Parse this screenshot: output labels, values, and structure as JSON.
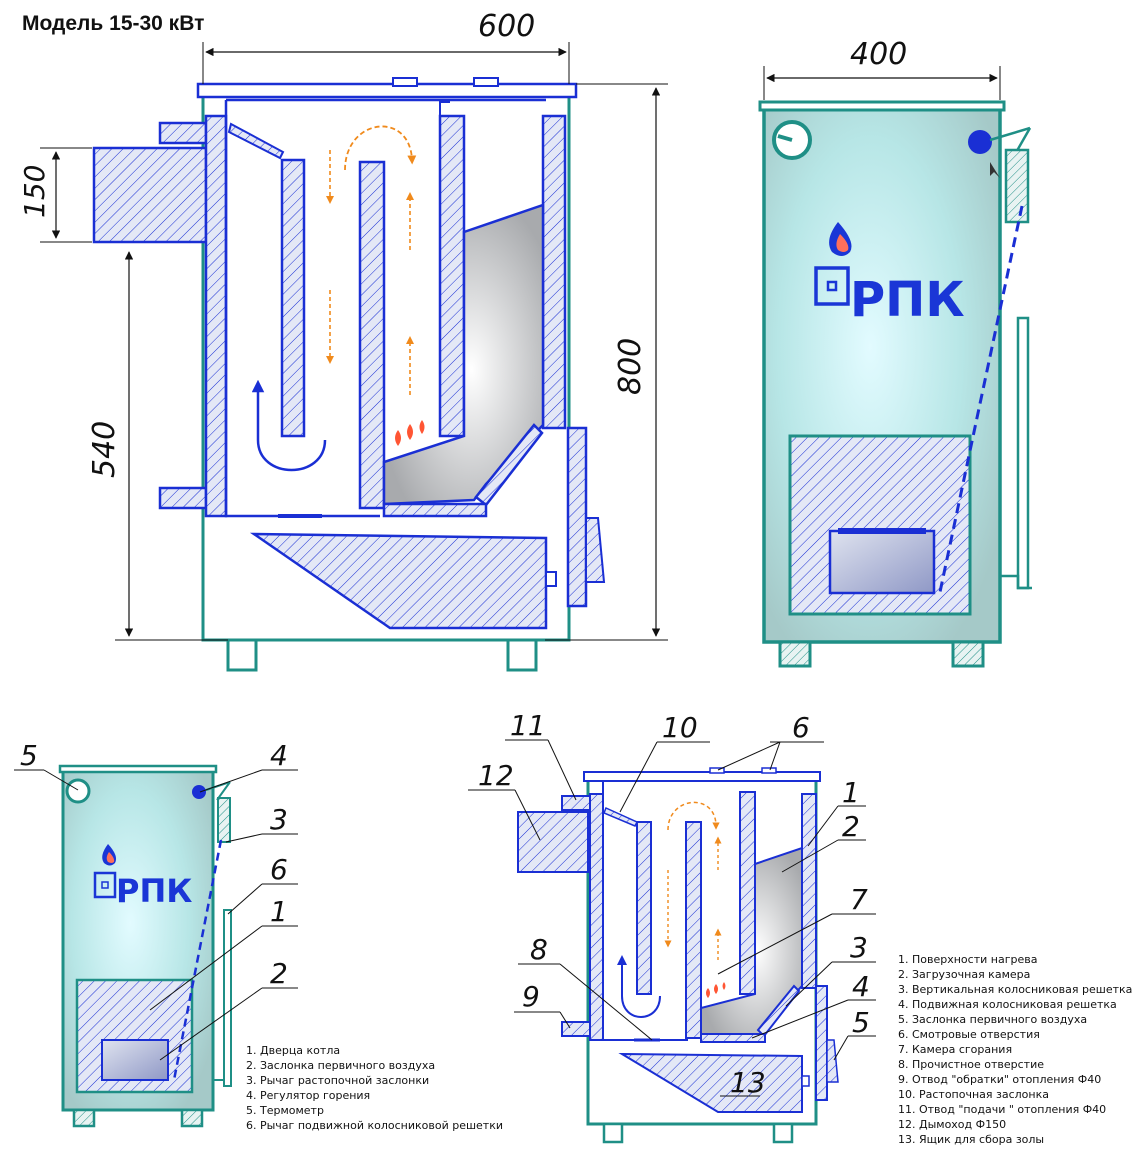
{
  "title": "Модель 15-30 кВт",
  "dimensions": {
    "width_top": "600",
    "width_front": "400",
    "height_total": "800",
    "flue_height": "150",
    "lower_height": "540"
  },
  "logo": {
    "text": "РПК"
  },
  "callouts": {
    "front": [
      "5",
      "4",
      "3",
      "6",
      "1",
      "2"
    ],
    "section": [
      "11",
      "10",
      "6",
      "12",
      "1",
      "2",
      "7",
      "8",
      "3",
      "9",
      "4",
      "5",
      "13"
    ]
  },
  "legend_front": [
    "1. Дверца котла",
    "2. Заслонка первичного воздуха",
    "3. Рычаг растопочной заслонки",
    "4. Регулятор горения",
    "5. Термометр",
    "6. Рычаг подвижной колосниковой решетки"
  ],
  "legend_section": [
    "1. Поверхности нагрева",
    "2. Загрузочная камера",
    "3. Вертикальная колосниковая решетка",
    "4. Подвижная колосниковая решетка",
    "5. Заслонка первичного воздуха",
    "6. Смотровые отверстия",
    "7. Камера сгорания",
    "8. Прочистное отверстие",
    "9. Отвод \"обратки\" отопления Ф40",
    "10. Растопочная заслонка",
    "11. Отвод \"подачи \" отопления Ф40",
    "12. Дымоход Ф150",
    "13. Ящик для сбора золы"
  ],
  "colors": {
    "outline_teal": "#1f8f86",
    "blue": "#1a2fd4",
    "orange": "#f08a1c",
    "body_fill": "#c6e4e2",
    "flame": "#ff5533"
  }
}
